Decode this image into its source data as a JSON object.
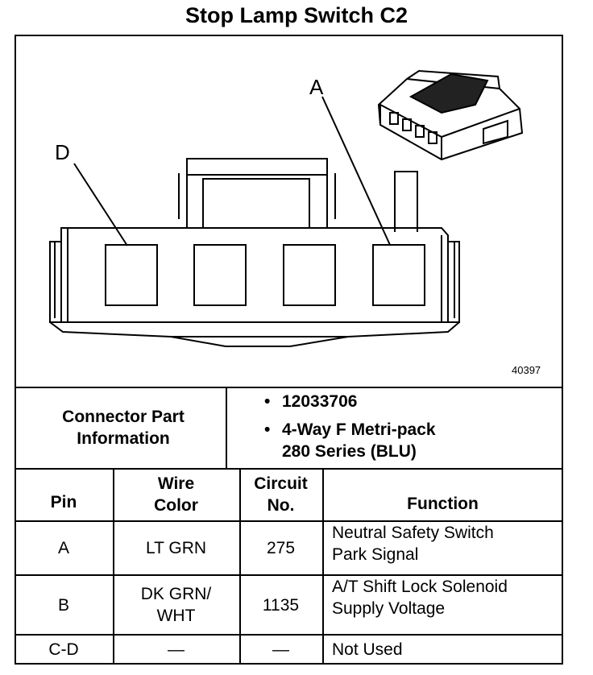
{
  "title": "Stop Lamp Switch C2",
  "figure": {
    "number": "40397",
    "label_a": "A",
    "label_d": "D"
  },
  "part_info": {
    "label": "Connector Part Information",
    "items": [
      "12033706",
      "4-Way F Metri-pack",
      "280 Series (BLU)"
    ]
  },
  "table": {
    "headers": {
      "pin": "Pin",
      "wire_color_line1": "Wire",
      "wire_color_line2": "Color",
      "circuit_line1": "Circuit",
      "circuit_line2": "No.",
      "function": "Function"
    },
    "rows": [
      {
        "pin": "A",
        "color_line1": "LT GRN",
        "color_line2": "",
        "circuit": "275",
        "function_line1": "Neutral Safety Switch",
        "function_line2": "Park Signal"
      },
      {
        "pin": "B",
        "color_line1": "DK GRN/",
        "color_line2": "WHT",
        "circuit": "1135",
        "function_line1": "A/T Shift Lock Solenoid",
        "function_line2": "Supply Voltage"
      },
      {
        "pin": "C-D",
        "color_line1": "—",
        "color_line2": "",
        "circuit": "—",
        "function_line1": "Not Used",
        "function_line2": ""
      }
    ]
  }
}
